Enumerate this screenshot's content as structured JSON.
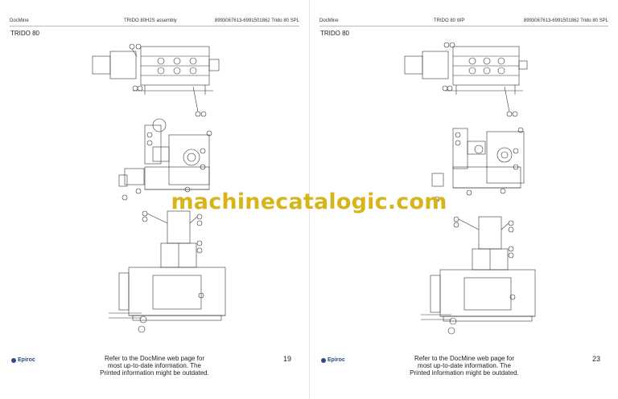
{
  "pages": [
    {
      "header": {
        "app": "DocMine",
        "title": "TRIDO 80H2S assembly",
        "ref": "8993067613-6991501862 Trido 80 SPL"
      },
      "section": "TRIDO 80",
      "footer": {
        "logo": "Epiroc",
        "note": "Refer to the DocMine web page for most up-to-date information. The Printed information might be outdated.",
        "page_number": "19"
      }
    },
    {
      "header": {
        "app": "DocMine",
        "title": "TRIDO 80 WP",
        "ref": "8993067613-6991501862 Trido 80 SPL"
      },
      "section": "TRIDO 80",
      "footer": {
        "logo": "Epiroc",
        "note": "Refer to the DocMine web page for most up-to-date information. The Printed information might be outdated.",
        "page_number": "23"
      }
    }
  ],
  "watermark": "machinecatalogic.com",
  "colors": {
    "watermark": "#d7b51a",
    "brand": "#2b4b8a",
    "line": "#333333"
  }
}
